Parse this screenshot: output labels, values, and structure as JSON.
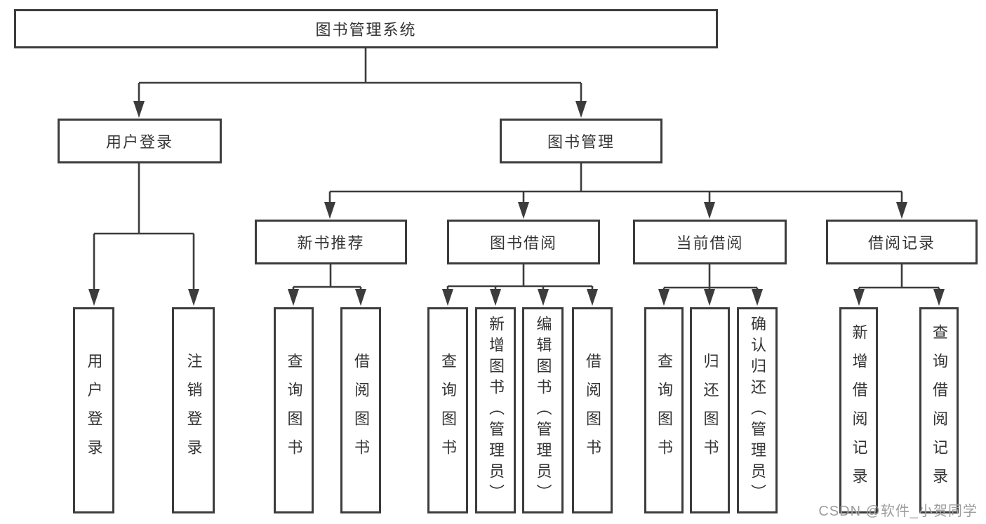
{
  "tree": {
    "label": "图书管理系统",
    "children": [
      {
        "label": "用户登录",
        "children": [
          {
            "label": "用户登录"
          },
          {
            "label": "注销登录"
          }
        ]
      },
      {
        "label": "图书管理",
        "children": [
          {
            "label": "新书推荐",
            "children": [
              {
                "label": "查询图书"
              },
              {
                "label": "借阅图书"
              }
            ]
          },
          {
            "label": "图书借阅",
            "children": [
              {
                "label": "查询图书"
              },
              {
                "label": "新增图书（管理员）"
              },
              {
                "label": "编辑图书（管理员）"
              },
              {
                "label": "借阅图书"
              }
            ]
          },
          {
            "label": "当前借阅",
            "children": [
              {
                "label": "查询图书"
              },
              {
                "label": "归还图书"
              },
              {
                "label": "确认归还（管理员）"
              }
            ]
          },
          {
            "label": "借阅记录",
            "children": [
              {
                "label": "新增借阅记录"
              },
              {
                "label": "查询借阅记录"
              }
            ]
          }
        ]
      }
    ]
  },
  "watermark": {
    "text": "CSDN @软件_小贺同学"
  },
  "colors": {
    "line": "#3c3c3c",
    "border": "#3c3c3c",
    "text": "#343434",
    "watermark_text": "#9d9d9d",
    "background": "#ffffff"
  }
}
